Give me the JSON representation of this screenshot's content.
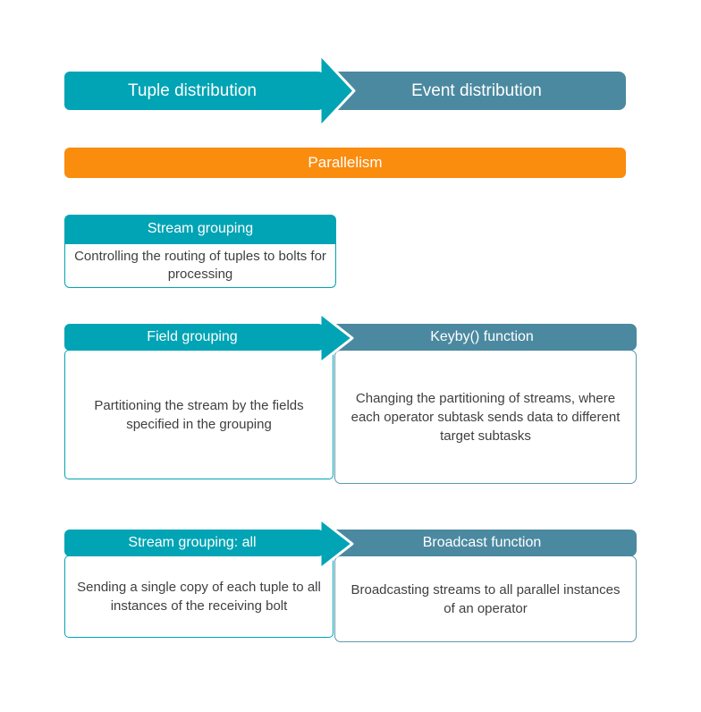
{
  "colors": {
    "teal": "#00a4b5",
    "steel_blue": "#4b89a0",
    "steel_border": "#5f97ad",
    "orange": "#fa8c0e",
    "body_text": "#3f3f3f",
    "header_text": "#ffffff"
  },
  "header_arrow": {
    "left_label": "Tuple distribution",
    "right_label": "Event distribution"
  },
  "parallelism_bar": {
    "label": "Parallelism"
  },
  "stream_grouping_card": {
    "title": "Stream grouping",
    "description": "Controlling the routing of tuples to bolts for processing"
  },
  "mapping_rows": [
    {
      "left_title": "Field grouping",
      "left_description": "Partitioning the stream by the fields specified in the grouping",
      "right_title": "Keyby() function",
      "right_description": "Changing the partitioning of streams, where each operator subtask sends data to different target subtasks"
    },
    {
      "left_title": "Stream grouping: all",
      "left_description": "Sending a single copy of each tuple to all instances of the receiving bolt",
      "right_title": "Broadcast function",
      "right_description": "Broadcasting streams to all parallel instances of an operator"
    }
  ]
}
